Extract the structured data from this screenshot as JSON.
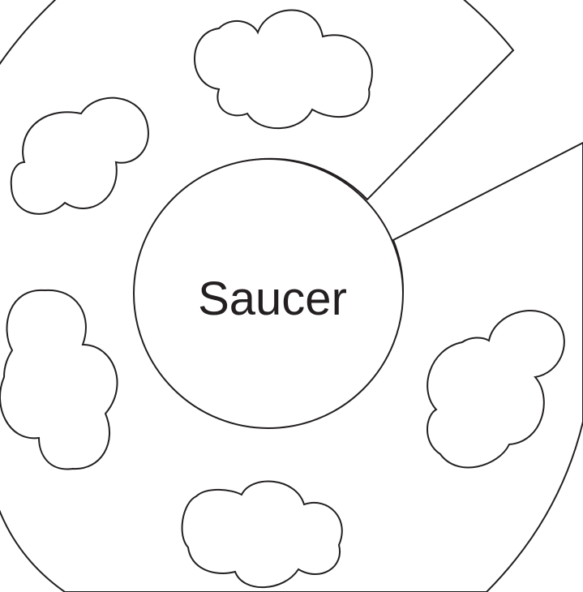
{
  "diagram": {
    "center_label": "Saucer",
    "shape": "ring with wedge cut-out",
    "decorations": [
      "cloud",
      "cloud",
      "cloud",
      "cloud",
      "cloud"
    ],
    "colors": {
      "stroke": "#231f20",
      "fill": "#ffffff",
      "background": "#ffffff"
    }
  }
}
